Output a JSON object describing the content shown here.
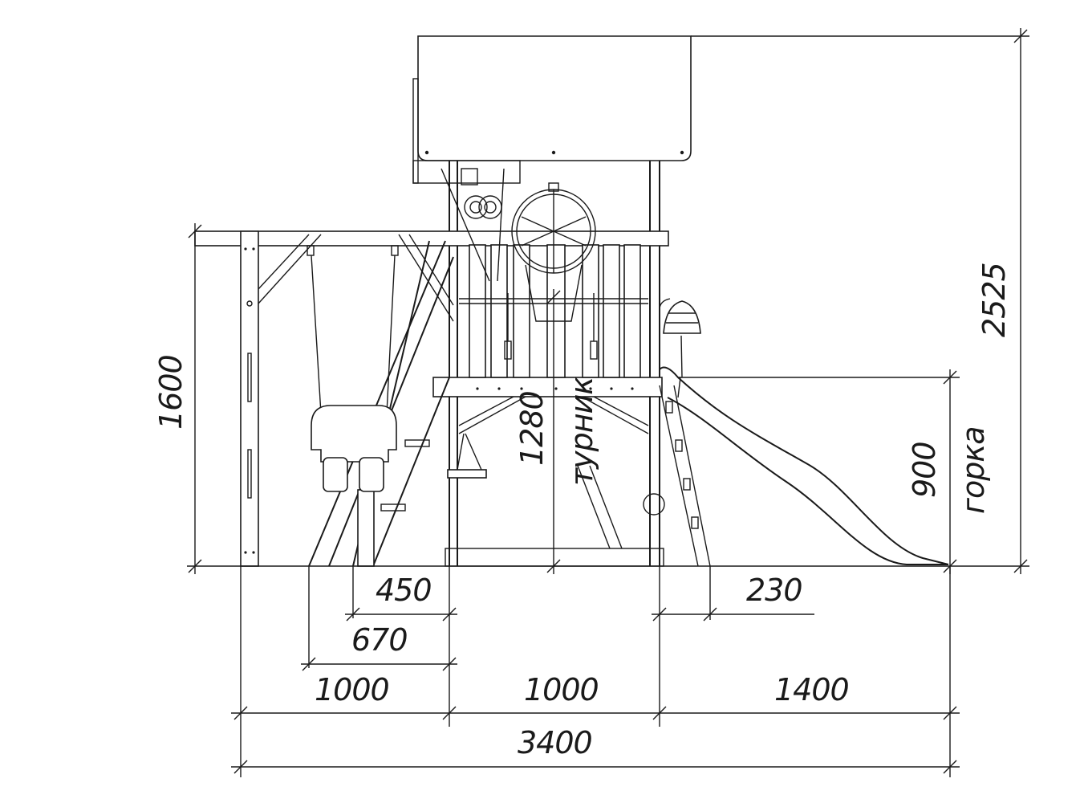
{
  "dimensions": {
    "total_height": "2525",
    "swing_height": "1600",
    "slide_height": "900",
    "slide_label": "горка",
    "bar_height": "1280",
    "bar_label": "турник",
    "offset_450": "450",
    "offset_670": "670",
    "offset_230": "230",
    "segment_left": "1000",
    "segment_middle": "1000",
    "segment_right": "1400",
    "total_width": "3400"
  }
}
